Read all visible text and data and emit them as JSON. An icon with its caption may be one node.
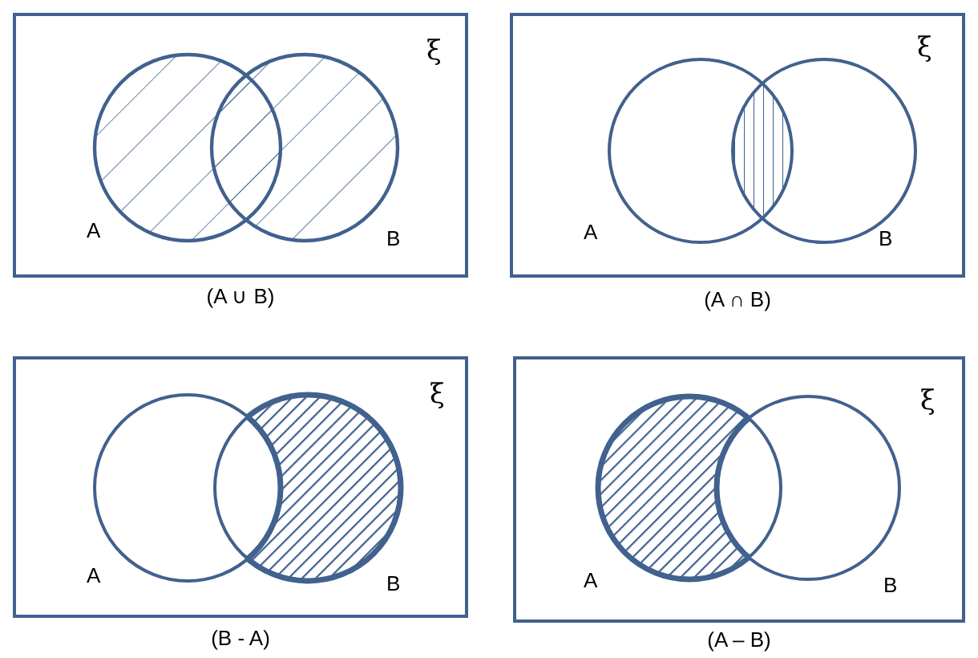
{
  "diagram": {
    "nodes": [
      {
        "text": [
          "ξ"
        ],
        "beside": [
          "(A ∪ B)"
        ]
      },
      {
        "text": [
          "ξ"
        ],
        "beside": [
          "(A ∩ B)"
        ]
      },
      {
        "text": [
          "ξ"
        ],
        "beside": [
          "(B - A)"
        ]
      },
      {
        "text": [
          "ξ"
        ],
        "beside": [
          "(A – B)"
        ]
      }
    ],
    "labels": [
      "A",
      "B",
      "A",
      "B",
      "A",
      "B",
      "A",
      "B"
    ]
  }
}
